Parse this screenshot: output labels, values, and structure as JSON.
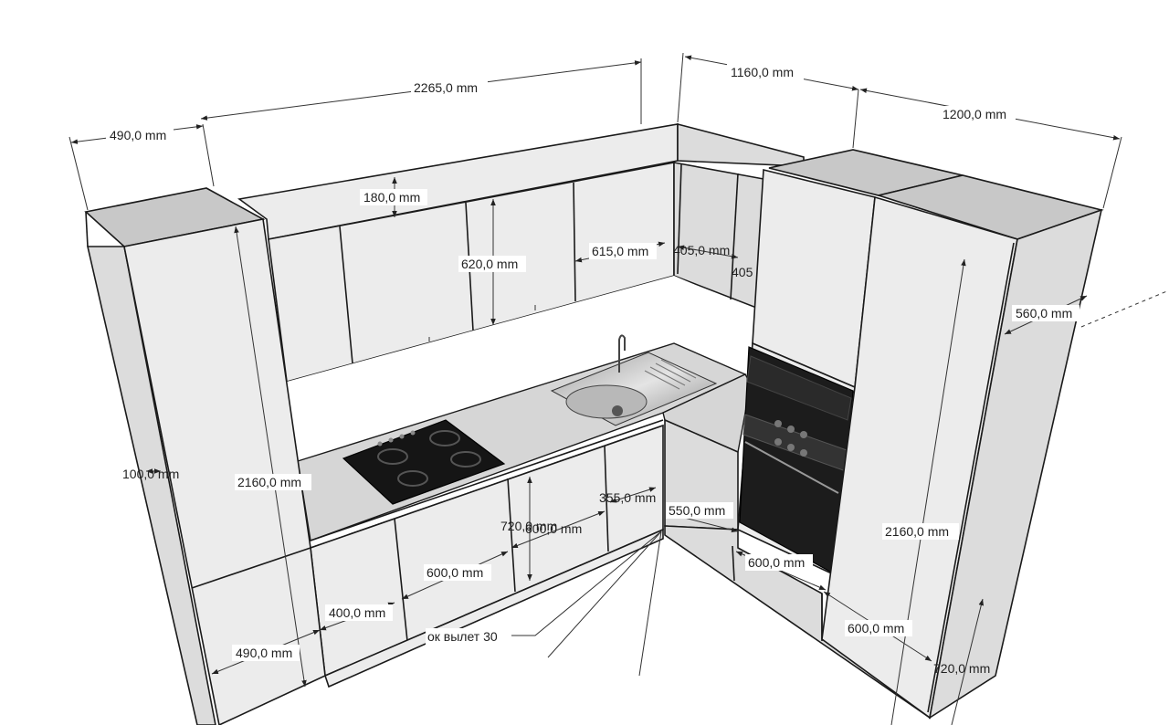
{
  "dimensions": {
    "top_left_depth": "490,0 mm",
    "upper_run_length": "2265,0 mm",
    "corner_run_length": "1160,0 mm",
    "tall_column_width": "1200,0 mm",
    "bulkhead_height": "180,0 mm",
    "upper_cabinet_height": "620,0 mm",
    "upper_door_width": "615,0 mm",
    "corner_upper_width_a": "405,0 mm",
    "corner_upper_width_b": "405",
    "tall_column_depth": "560,0 mm",
    "left_side_panel": "100,0 mm",
    "left_tall_height": "2160,0 mm",
    "corner_base_gap": "355,0 mm",
    "base_depth_right": "550,0 mm",
    "base_height_overlap": "720,0 mm",
    "base_door_width_overlap": "600,0 mm",
    "base_door_width_1": "600,0 mm",
    "base_door_width_2": "400,0 mm",
    "base_door_width_3": "490,0 mm",
    "oven_base_width": "600,0 mm",
    "right_tall_height": "2160,0 mm",
    "right_base_width": "600,0 mm",
    "right_base_height": "720,0 mm",
    "note": "ок вылет 30"
  }
}
